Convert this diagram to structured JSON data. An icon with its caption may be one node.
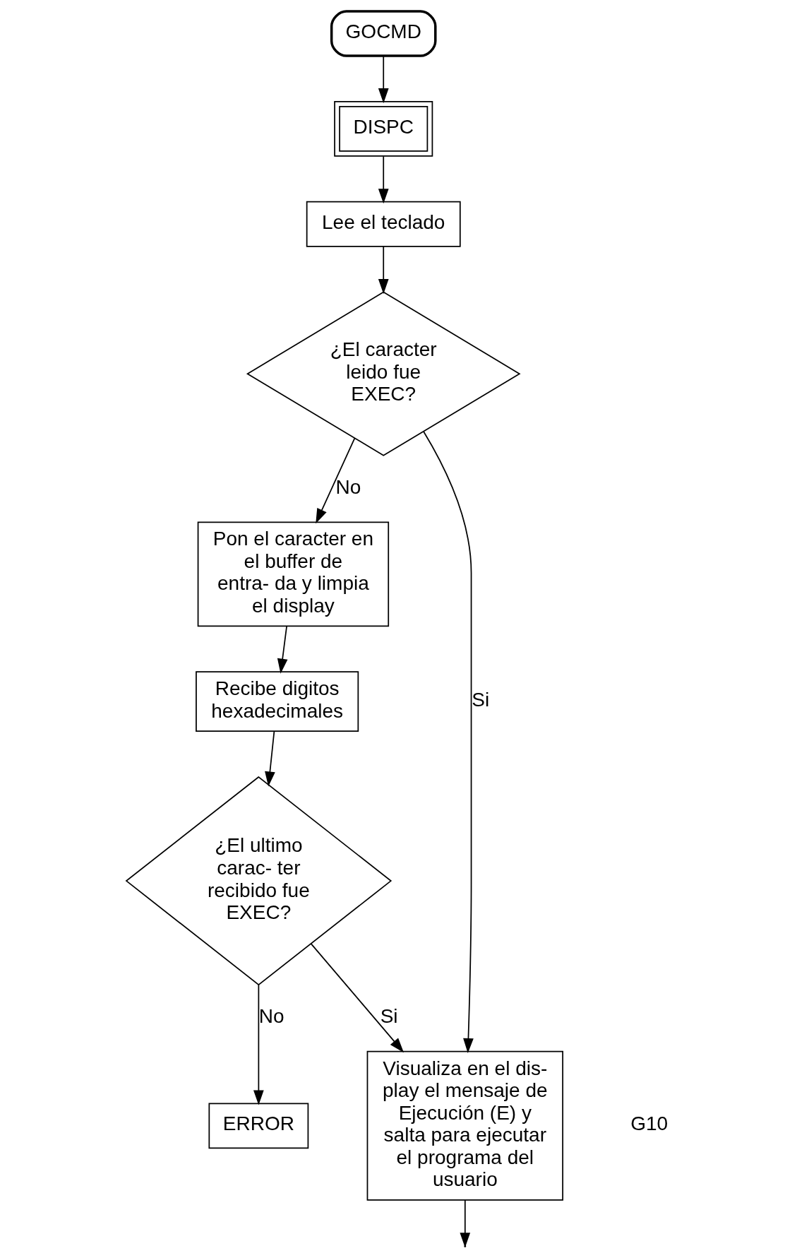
{
  "diagram": {
    "nodes": [
      {
        "text": [
          "GOCMD"
        ]
      },
      {
        "text": [
          "DISPC"
        ]
      },
      {
        "text": [
          "Lee el teclado"
        ]
      },
      {
        "text": [
          "¿El caracter leido fue EXEC?"
        ]
      },
      {
        "text": [
          "Pon el caracter en el buffer de entra- da y limpia el display"
        ]
      },
      {
        "text": [
          "Recibe digitos hexadecimales"
        ]
      },
      {
        "text": [
          "¿El ultimo carac- ter recibido fue EXEC?"
        ]
      },
      {
        "text": [
          "Visualiza en el dis- play el mensaje de Ejecución (E) y salta para ejecutar el programa del usuario"
        ]
      },
      {
        "text": [
          "ERROR"
        ]
      }
    ],
    "edges": [
      {
        "from": 0,
        "to": 1,
        "arrow": "to"
      },
      {
        "from": 1,
        "to": 2,
        "arrow": "to"
      },
      {
        "from": 2,
        "to": 3,
        "arrow": "to"
      },
      {
        "from": 3,
        "to": 7,
        "arrow": "to",
        "label": "Si"
      },
      {
        "from": 3,
        "to": 4,
        "arrow": "to",
        "label": "No"
      },
      {
        "from": 4,
        "to": 5,
        "arrow": "to"
      },
      {
        "from": 5,
        "to": 6,
        "arrow": "to"
      },
      {
        "from": 6,
        "to": 7,
        "arrow": "to",
        "label": "Si"
      },
      {
        "from": 6,
        "to": 8,
        "arrow": "to",
        "label": "No"
      },
      {
        "from": 7,
        "to": null,
        "arrow": "to"
      }
    ],
    "labels": [
      "G10"
    ]
  }
}
